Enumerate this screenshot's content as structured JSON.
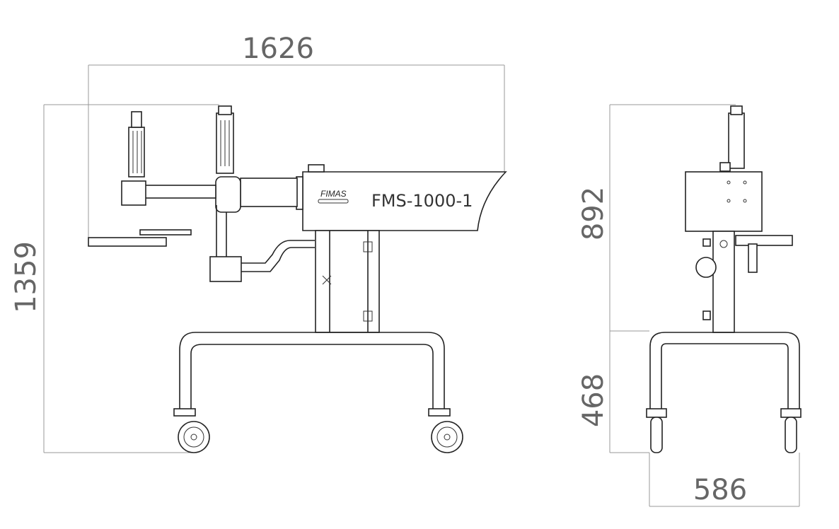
{
  "dimensions": {
    "overall_width": "1626",
    "overall_height": "1359",
    "upper_height": "892",
    "base_height": "468",
    "depth": "586"
  },
  "machine": {
    "model_label": "FMS-1000-1",
    "logo_text": "FIMAS"
  }
}
